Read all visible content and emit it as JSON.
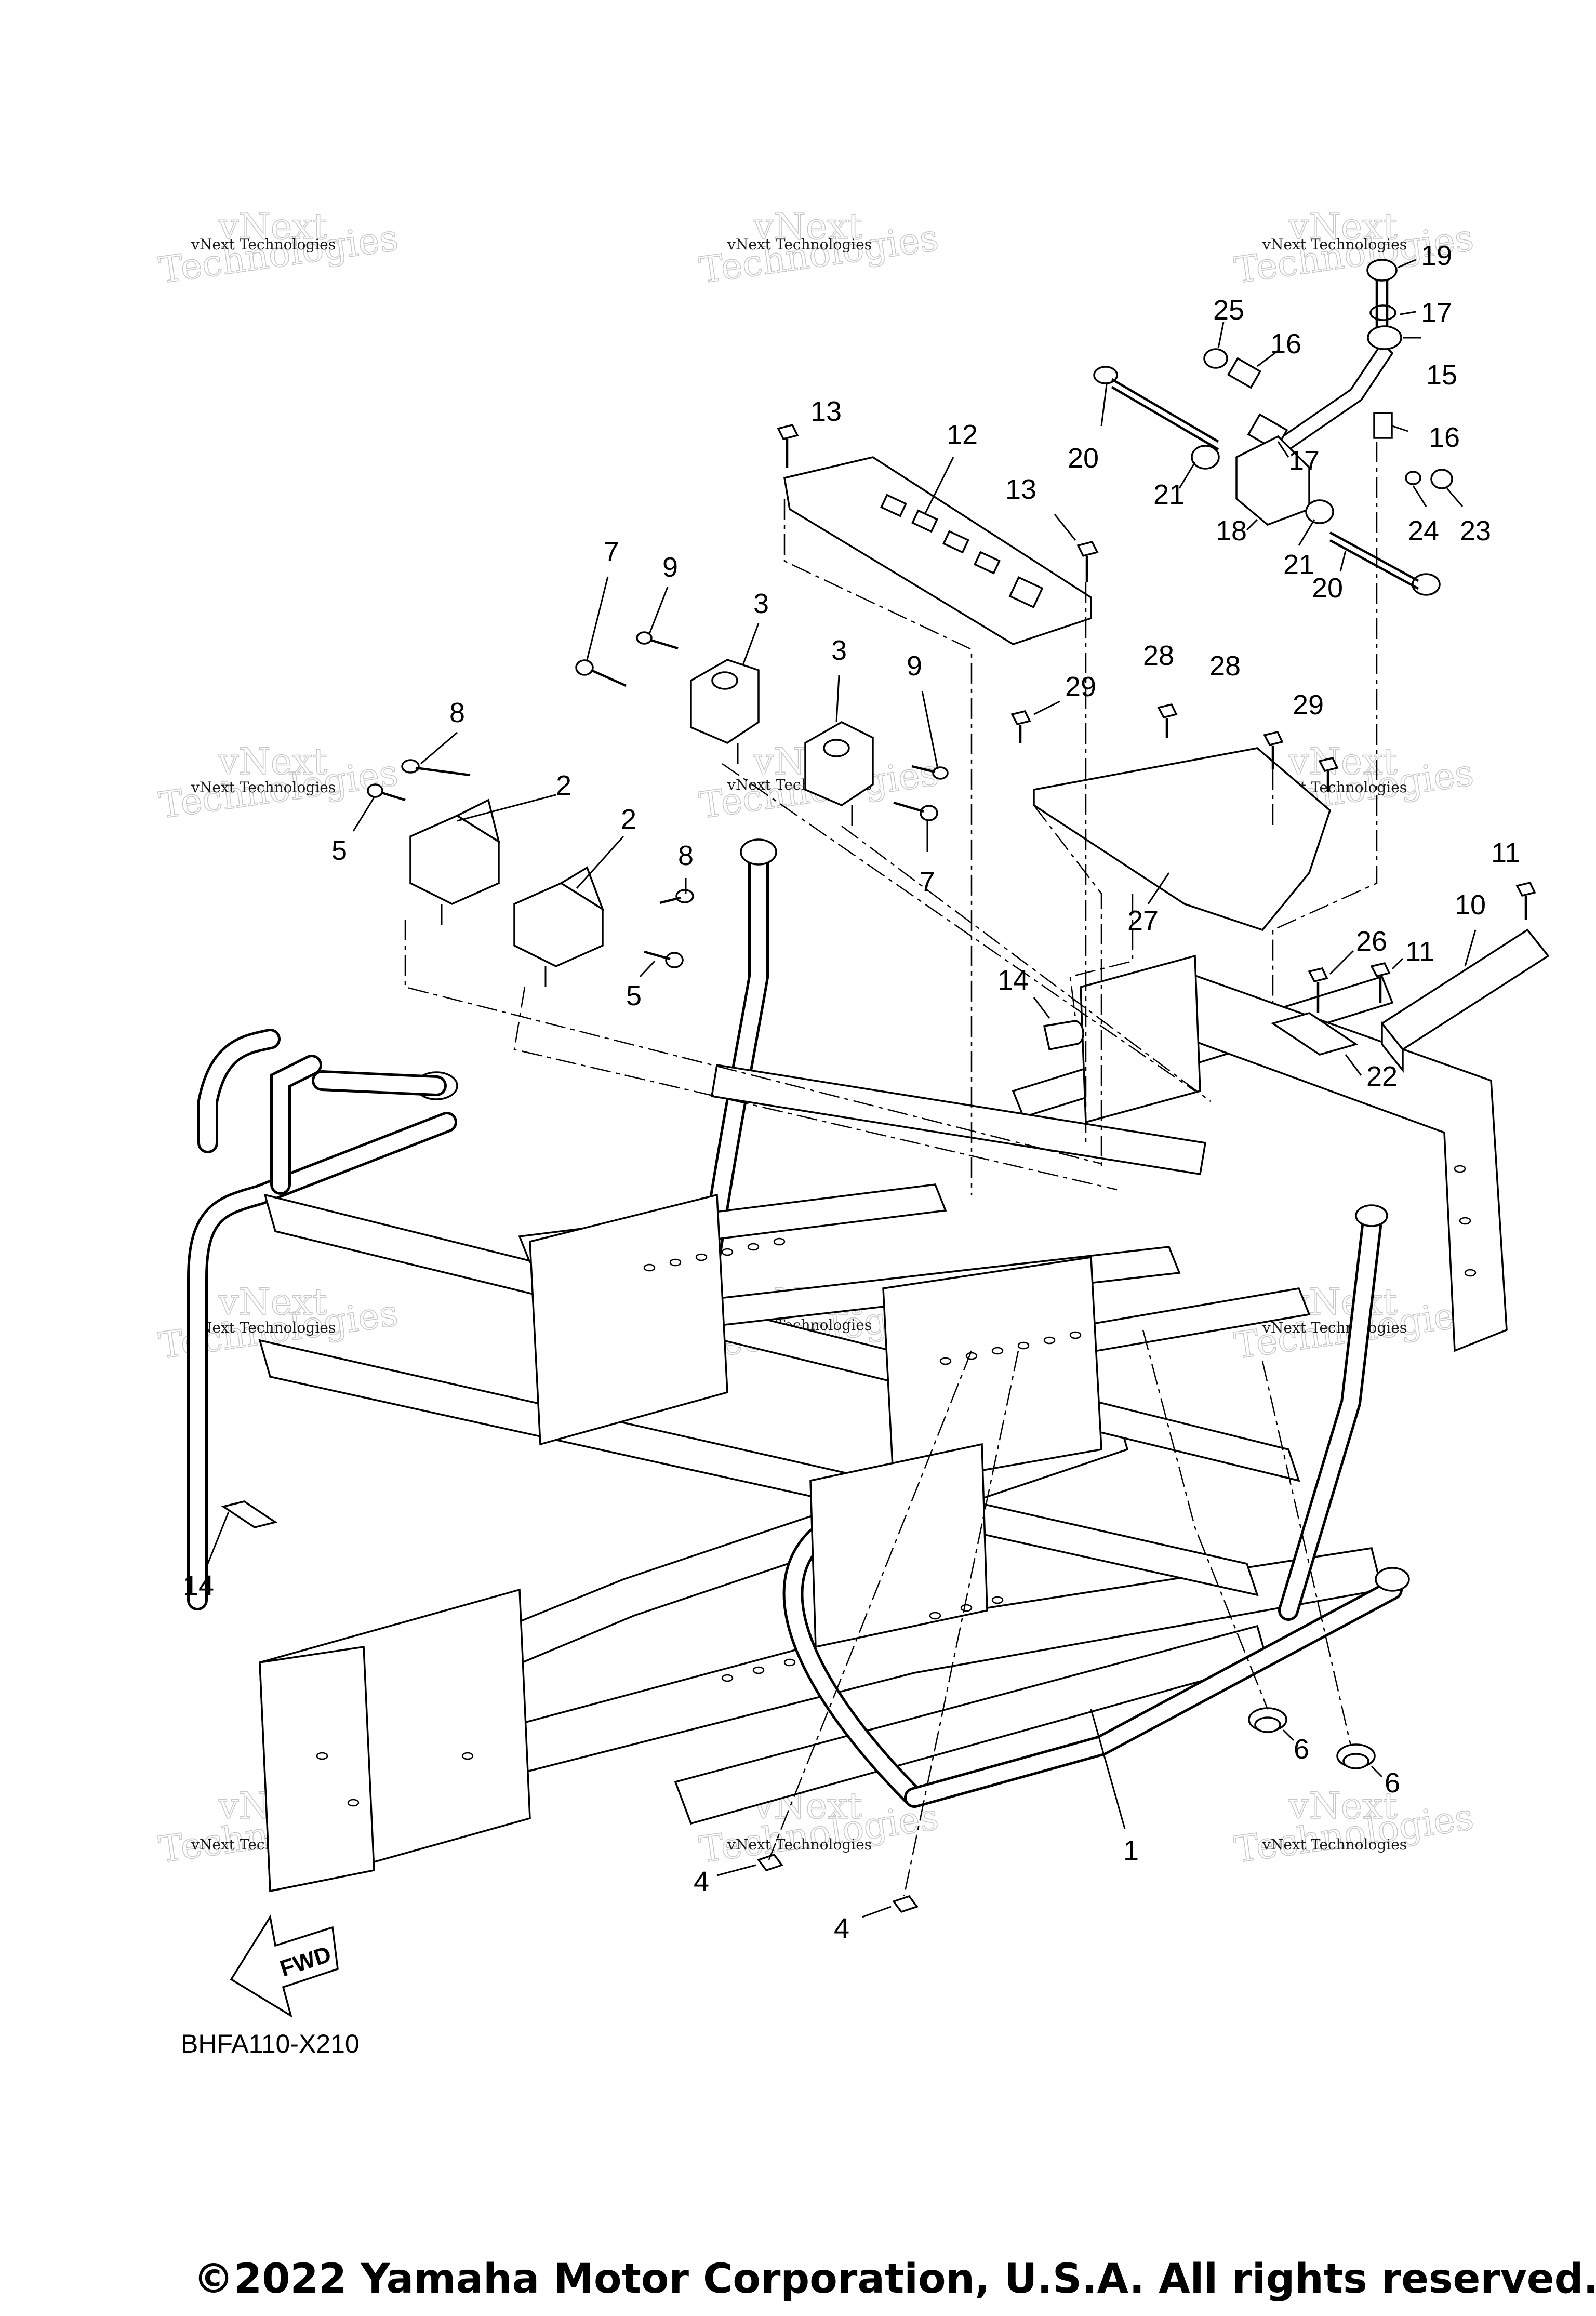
{
  "figure_code": "BHFA110-X210",
  "copyright": "©2022 Yamaha Motor Corporation, U.S.A. All rights reserved.",
  "fwd_label": "FWD",
  "watermark": {
    "line1": "vNext Technologies",
    "outline": "vNext",
    "outline2": "Technologies"
  },
  "callouts": {
    "c19": "19",
    "c25": "25",
    "c16a": "16",
    "c17a": "17",
    "c15": "15",
    "c16b": "16",
    "c20a": "20",
    "c17b": "17",
    "c21a": "21",
    "c24": "24",
    "c23": "23",
    "c18": "18",
    "c21b": "21",
    "c20b": "20",
    "c13a": "13",
    "c12": "12",
    "c13b": "13",
    "c7a": "7",
    "c9a": "9",
    "c3a": "3",
    "c3b": "3",
    "c9b": "9",
    "c28a": "28",
    "c28b": "28",
    "c29a": "29",
    "c29b": "29",
    "c8a": "8",
    "c2a": "2",
    "c5a": "5",
    "c2b": "2",
    "c8b": "8",
    "c7b": "7",
    "c5b": "5",
    "c27": "27",
    "c11a": "11",
    "c10": "10",
    "c26": "26",
    "c11b": "11",
    "c14a": "14",
    "c22": "22",
    "c14b": "14",
    "c6a": "6",
    "c6b": "6",
    "c1": "1",
    "c4a": "4",
    "c4b": "4"
  }
}
